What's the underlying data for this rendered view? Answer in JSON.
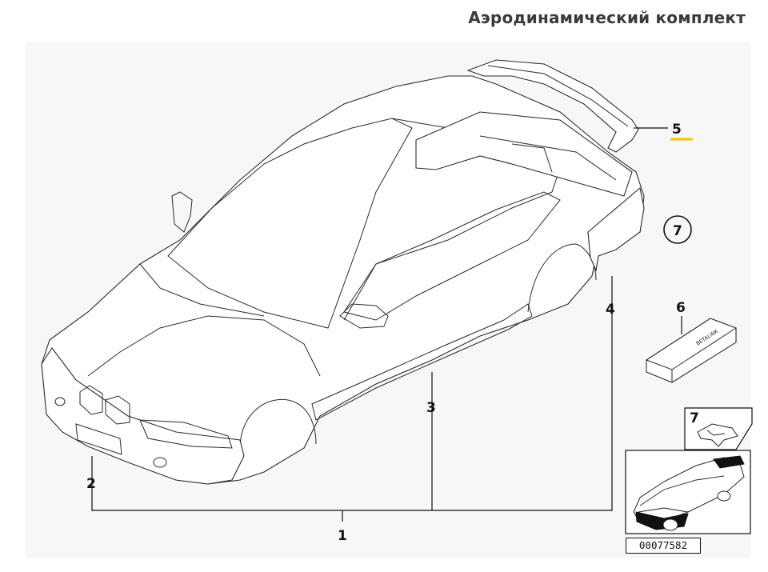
{
  "title": "Аэродинамический комплект",
  "callouts": {
    "c1": "1",
    "c2": "2",
    "c3": "3",
    "c4": "4",
    "c5": "5",
    "c6": "6",
    "c7": "7",
    "c7_thumb": "7"
  },
  "part6_label": "BETALINK",
  "reference_number": "00077582",
  "colors": {
    "highlight_underline": "#f5c400",
    "panel_background": "#f7f7f7",
    "title": "#3a3a3a"
  }
}
